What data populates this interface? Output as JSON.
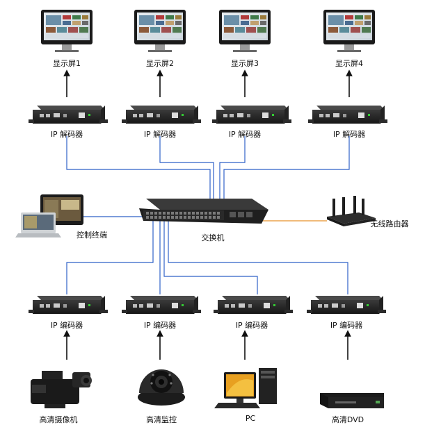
{
  "colors": {
    "link": "#2f62c8",
    "router_link": "#e8902a",
    "device_body": "#2b2b2b",
    "frame": "#7a7a7a"
  },
  "displays": [
    "显示屏1",
    "显示屏2",
    "显示屏3",
    "显示屏4"
  ],
  "decoders": [
    "IP  解码器",
    "IP  解码器",
    "IP  解码器",
    "IP  解码器"
  ],
  "switch_label": "交换机",
  "control_terminal_label": "控制终端",
  "router_label": "无线路由器",
  "encoders": [
    "IP  编码器",
    "IP  编码器",
    "IP  编码器",
    "IP  编码器"
  ],
  "sources": [
    "高清摄像机",
    "高清监控",
    "PC",
    "高清DVD"
  ],
  "icons": {
    "display": "monitor-icon",
    "decoder": "decoder-box-icon",
    "encoder": "encoder-box-icon",
    "switch": "network-switch-icon",
    "router": "wireless-router-icon",
    "control": "tablet-laptop-icon",
    "camera": "camcorder-icon",
    "surveillance": "dome-camera-icon",
    "pc": "desktop-pc-icon",
    "dvd": "dvd-player-icon"
  }
}
